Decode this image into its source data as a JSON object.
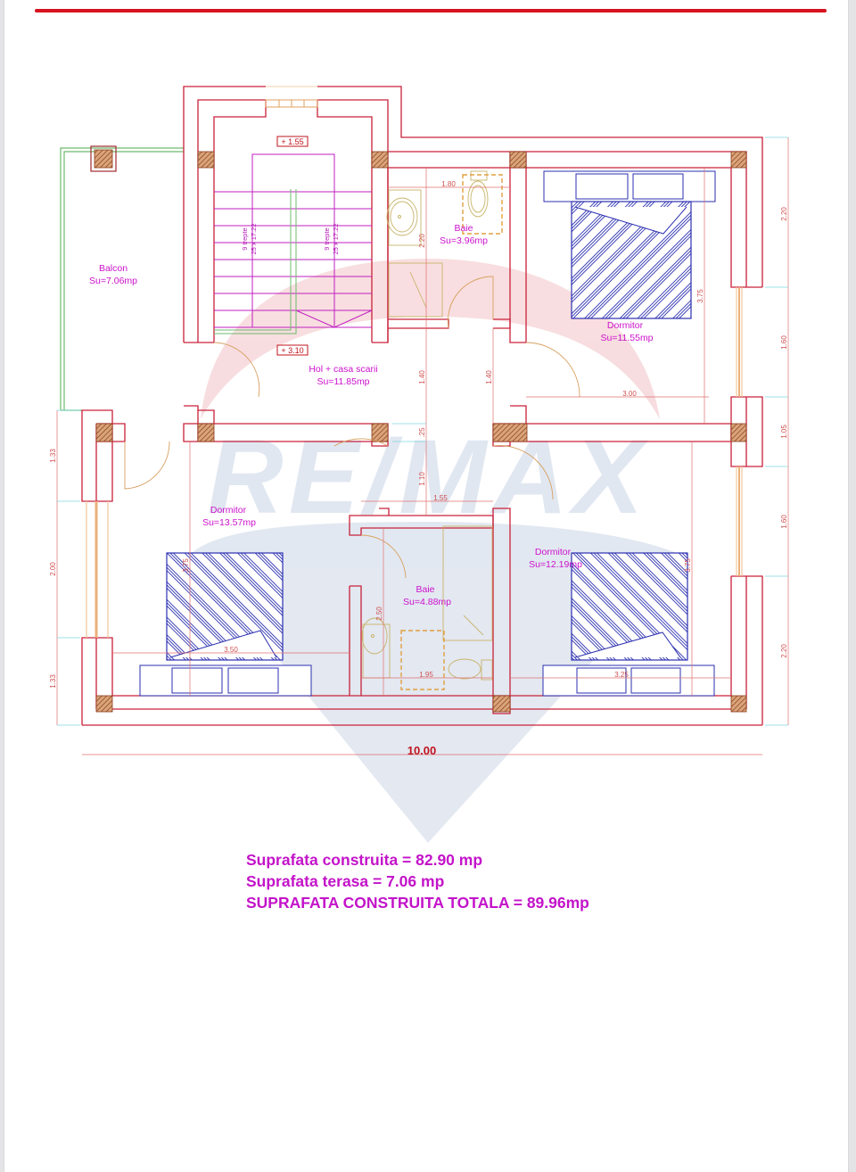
{
  "document": {
    "accent_color": "#d8121f",
    "label_color": "#cc11cc",
    "watermark": {
      "text": "RE/MAX",
      "colors": {
        "red": "#f2c9cc",
        "blue": "#ccd8e8"
      }
    }
  },
  "floor_plan": {
    "rooms": [
      {
        "id": "balcon",
        "name": "Balcon",
        "area": "Su=7.06mp"
      },
      {
        "id": "hol",
        "name": "Hol + casa scarii",
        "area": "Su=11.85mp"
      },
      {
        "id": "baie1",
        "name": "Baie",
        "area": "Su=3.96mp"
      },
      {
        "id": "dormitor1",
        "name": "Dormitor",
        "area": "Su=11.55mp"
      },
      {
        "id": "dormitor2",
        "name": "Dormitor",
        "area": "Su=13.57mp"
      },
      {
        "id": "baie2",
        "name": "Baie",
        "area": "Su=4.88mp"
      },
      {
        "id": "dormitor3",
        "name": "Dormitor",
        "area": "Su=12.19mp"
      }
    ],
    "levels": {
      "top": "+ 1.55",
      "bottom": "+ 3.10"
    },
    "stairs": {
      "left_flight": {
        "line1": "9 trepte",
        "line2": "25 x 17.22"
      },
      "right_flight": {
        "line1": "9 trepte",
        "line2": "25 x 17.22"
      }
    },
    "dimensions": {
      "right_side": [
        "2.20",
        "1.60",
        "1.05",
        "1.60",
        "2.20"
      ],
      "left_side": [
        "1.33",
        "2.00",
        "1.33"
      ],
      "total_width": "10.00",
      "interior": {
        "baie1_width": "1.80",
        "baie1_height": "2.20",
        "hol_left": "1.40",
        "hol_right": "1.40",
        "wall_thickness": ".25",
        "corridor_lower": "1.10",
        "baie2_top": "1.55",
        "dormitor1_width": "3.00",
        "dormitor1_height": "3.75",
        "dormitor2_height": "3.75",
        "dormitor2_width": "3.50",
        "baie2_height": "2.50",
        "baie2_width": "1.95",
        "dormitor3_height": "3.75",
        "dormitor3_width": "3.25"
      }
    }
  },
  "summary": {
    "line1": "Suprafata construita = 82.90 mp",
    "line2": "Suprafata terasa = 7.06 mp",
    "line3": "SUPRAFATA CONSTRUITA TOTALA = 89.96mp"
  }
}
